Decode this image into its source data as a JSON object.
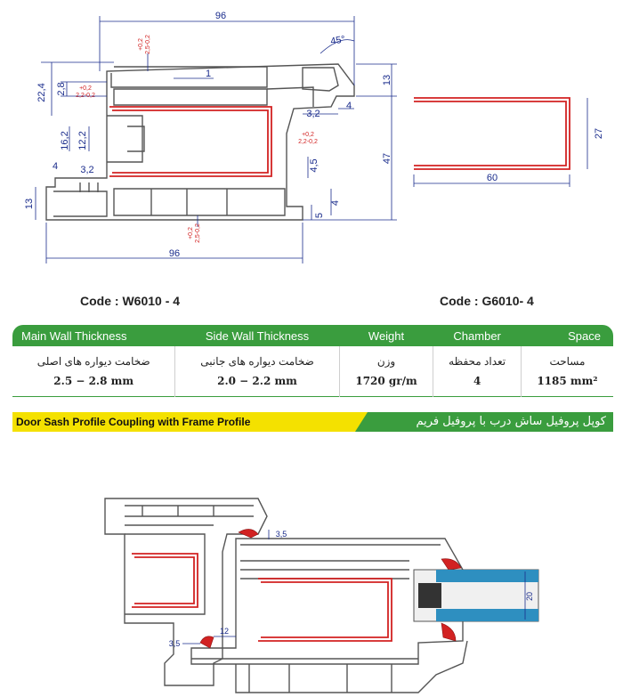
{
  "drawing_top": {
    "dims": {
      "width_top": "96",
      "width_bottom": "96",
      "angle": "45°",
      "d_22_4": "22,4",
      "d_2_8": "2,8",
      "d_16_2": "16,2",
      "d_12_2": "12,2",
      "d_4_left": "4",
      "d_3_2_left": "3,2",
      "d_13_left": "13",
      "d_1": "1",
      "d_13_right": "13",
      "d_3_2_right": "3,2",
      "d_4_right": "4",
      "d_47": "47",
      "d_4_5": "4,5",
      "d_5": "5",
      "d_4_bottom": "4",
      "u_27": "27",
      "u_60": "60"
    },
    "tolerances": {
      "top_a": "+0,2",
      "top_b": "2,5-0,2",
      "left_a": "+0,2",
      "left_b": "2,2-0,2",
      "right_a": "+0,2",
      "right_b": "2,2-0,2",
      "bottom_a": "+0,2",
      "bottom_b": "2,5-0,2"
    }
  },
  "codes": {
    "main": "Code : W6010 - 4",
    "bead": "Code : G6010- 4"
  },
  "table": {
    "headers": [
      "Main Wall Thickness",
      "Side Wall Thickness",
      "Weight",
      "Chamber",
      "Space"
    ],
    "persian": [
      "ضخامت دیواره های اصلی",
      "ضخامت دیواره های جانبی",
      "وزن",
      "تعداد محفظه",
      "مساحت"
    ],
    "values": [
      "2.5 − 2.8 mm",
      "2.0 − 2.2 mm",
      "1720 gr/m",
      "4",
      "1185 mm²"
    ]
  },
  "banner": {
    "english": "Door Sash Profile Coupling with Frame Profile",
    "persian": "کوپل پروفیل ساش درب با پروفیل فریم"
  },
  "drawing_bottom": {
    "dims": {
      "gap_top": "3,5",
      "gap_left": "3,5",
      "d_12": "12",
      "glass": "20"
    }
  },
  "colors": {
    "profile_line": "#555555",
    "dimension_line": "#1a2c8c",
    "steel_reinforcement": "#d22222",
    "green": "#3a9d3e",
    "yellow": "#f4e100",
    "glass": "#2e8fc0"
  }
}
